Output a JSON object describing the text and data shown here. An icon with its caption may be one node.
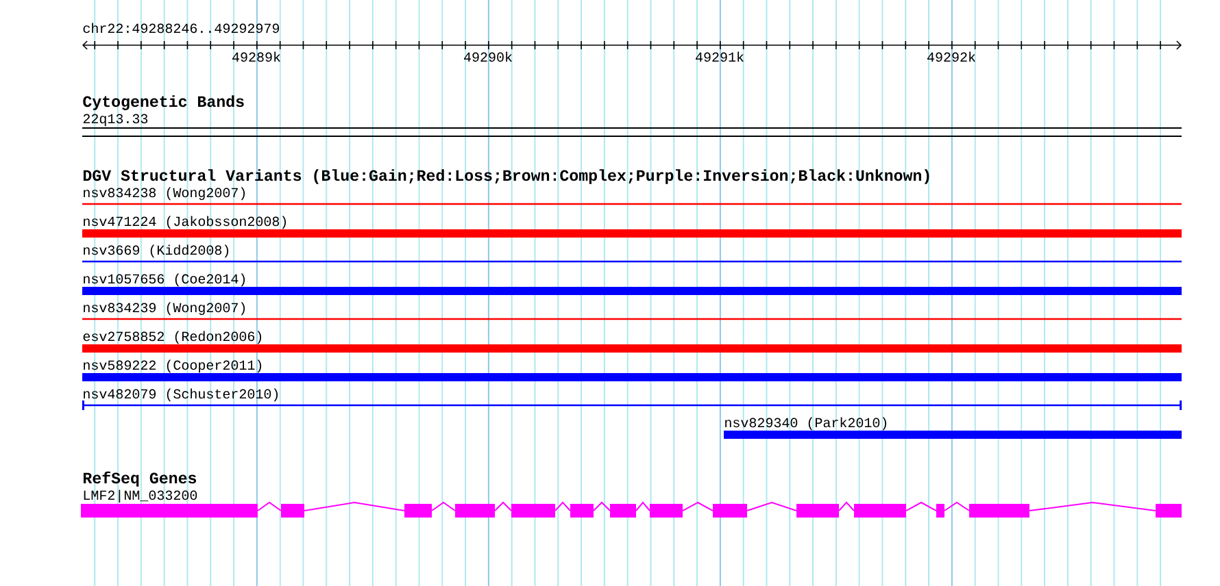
{
  "diagram": {
    "labels": [
      "chr22:49288246..49292979",
      "49289k",
      "49290k",
      "49291k",
      "49292k",
      "Cytogenetic Bands",
      "22q13.33",
      "DGV Structural Variants (Blue:Gain;Red:Loss;Brown:Complex;Purple:Inversion;Black:Unknown)",
      "nsv834238 (Wong2007)",
      "nsv471224 (Jakobsson2008)",
      "nsv3669 (Kidd2008)",
      "nsv1057656 (Coe2014)",
      "nsv834239 (Wong2007)",
      "esv2758852 (Redon2006)",
      "nsv589222 (Cooper2011)",
      "nsv482079 (Schuster2010)",
      "nsv829340 (Park2010)",
      "RefSeq Genes",
      "LMF2|NM_033200"
    ]
  }
}
